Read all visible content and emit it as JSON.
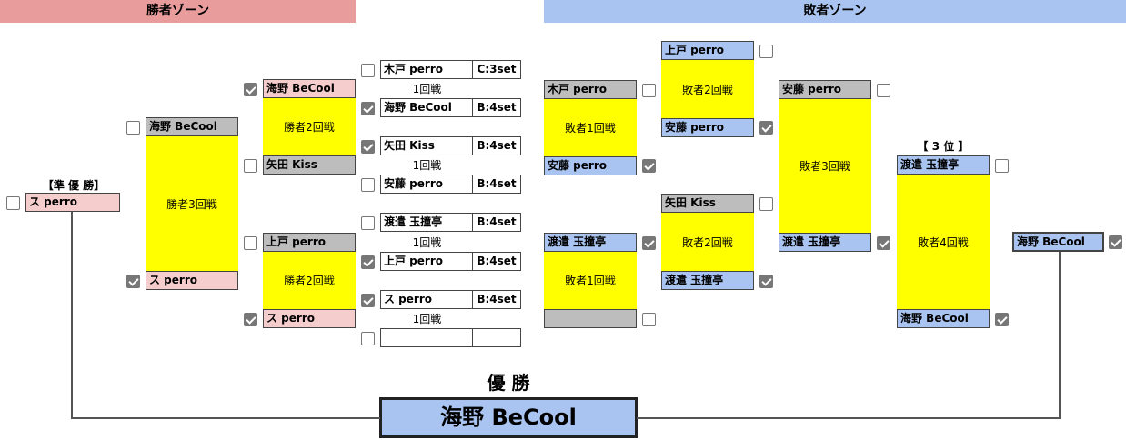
{
  "zones": {
    "winners": "勝者ゾーン",
    "losers": "敗者ゾーン"
  },
  "labels": {
    "runner_up": "【準 優 勝】",
    "third": "【 3 位 】",
    "champion": "優 勝"
  },
  "rounds": {
    "r1": "1回戦",
    "w2": "勝者2回戦",
    "w3": "勝者3回戦",
    "l1": "敗者1回戦",
    "l2": "敗者2回戦",
    "l3": "敗者3回戦",
    "l4": "敗者4回戦"
  },
  "r1_matches": [
    {
      "p1": "木戸 perro",
      "s1": "C:3set",
      "p2": "海野 BeCool",
      "s2": "B:4set"
    },
    {
      "p1": "矢田 Kiss",
      "s1": "B:4set",
      "p2": "安藤 perro",
      "s2": "B:4set"
    },
    {
      "p1": "渡遣 玉撞亭",
      "s1": "B:4set",
      "p2": "上戸 perro",
      "s2": "B:4set"
    },
    {
      "p1": "ス perro",
      "s1": "B:4set",
      "p2": "",
      "s2": ""
    }
  ],
  "w2": [
    {
      "top": "海野 BeCool",
      "bottom": "矢田 Kiss"
    },
    {
      "top": "上戸 perro",
      "bottom": "ス perro"
    }
  ],
  "w3": {
    "top": "海野 BeCool",
    "bottom": "ス perro"
  },
  "runner_up_name": "ス perro",
  "l1": [
    {
      "top": "木戸 perro",
      "bottom": "安藤 perro"
    },
    {
      "top": "渡遣 玉撞亭",
      "bottom": ""
    }
  ],
  "l2": [
    {
      "top": "上戸 perro",
      "bottom": "安藤 perro"
    },
    {
      "top": "矢田 Kiss",
      "bottom": "渡遣 玉撞亭"
    }
  ],
  "l3": {
    "top": "安藤 perro",
    "bottom": "渡遣 玉撞亭"
  },
  "l4": {
    "top": "渡遣 玉撞亭",
    "bottom": "海野 BeCool"
  },
  "losers_final_name": "海野 BeCool",
  "champion_name": "海野 BeCool"
}
